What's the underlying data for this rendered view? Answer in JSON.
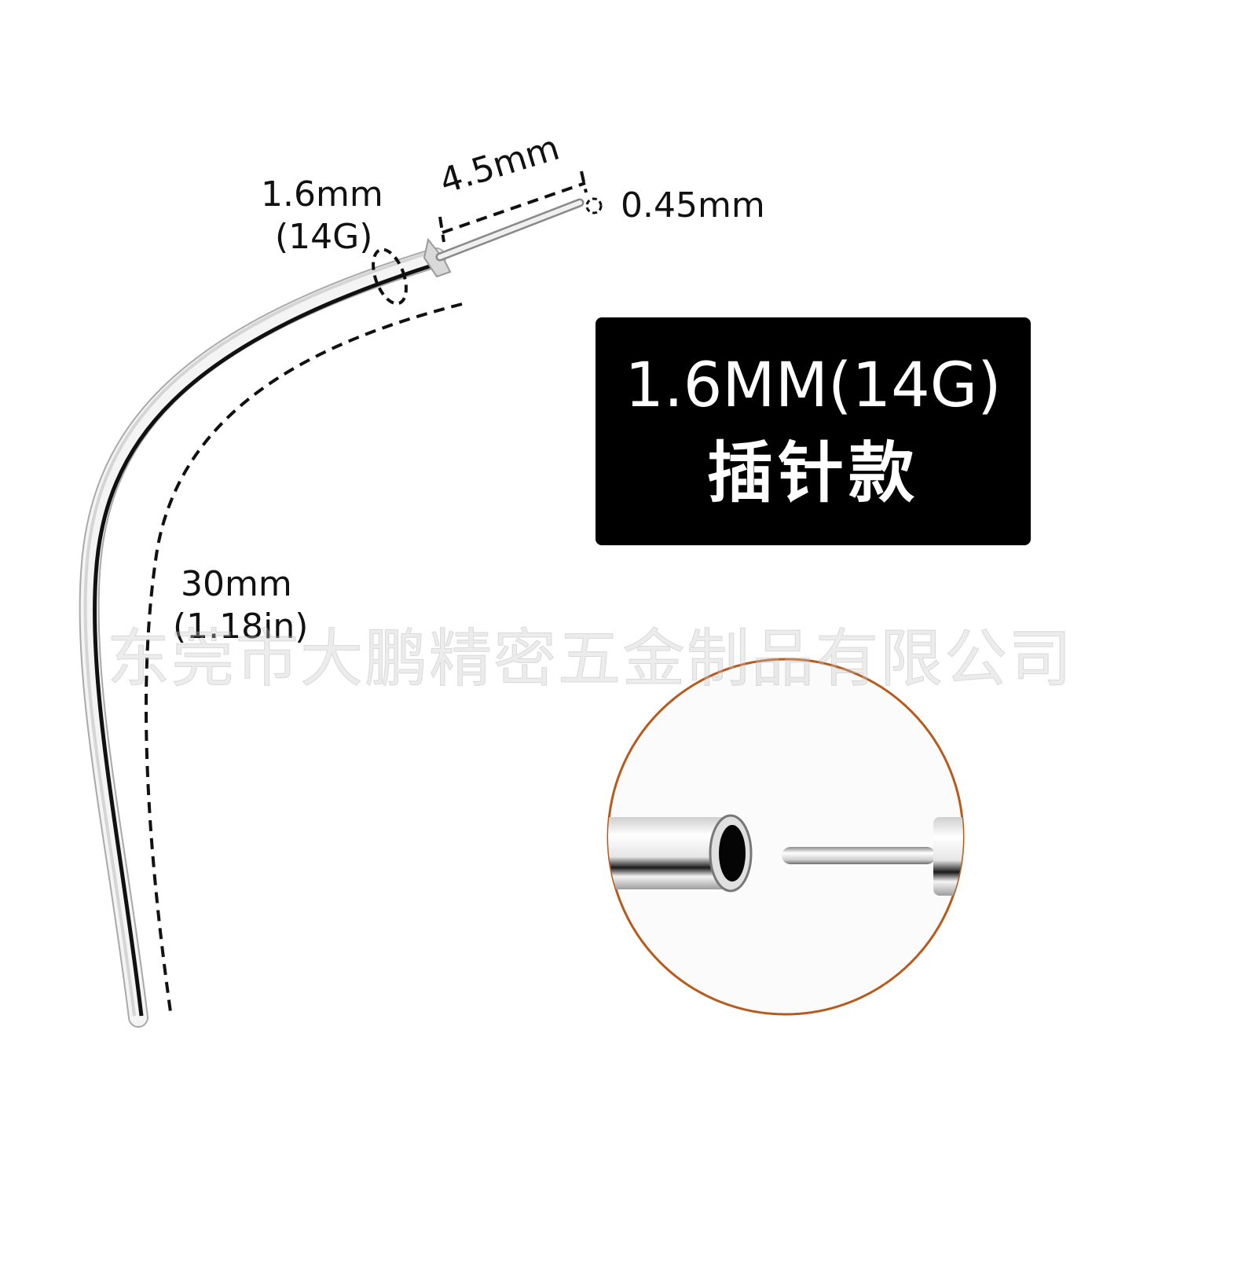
{
  "diagram": {
    "subject": "curved barbell pin with threadless insert tip",
    "labels": {
      "thickness": "1.6mm",
      "thickness_gauge": "(14G)",
      "pin_length": "4.5mm",
      "pin_diameter": "0.45mm",
      "bar_length": "30mm",
      "bar_length_in": "(1.18in)"
    },
    "badge": {
      "line1": "1.6MM(14G)",
      "line2": "插针款",
      "background": "#000000",
      "text_color": "#ffffff"
    },
    "watermark": "东莞市大鹏精密五金制品有限公司",
    "detail_circle": {
      "caption": "close-up of tube opening and insert pin",
      "border_color": "#b85a1c"
    },
    "colors": {
      "metal_light": "#f2f2f2",
      "metal_mid": "#bdbdbd",
      "metal_dark": "#111111",
      "dimension_line": "#111111"
    }
  }
}
